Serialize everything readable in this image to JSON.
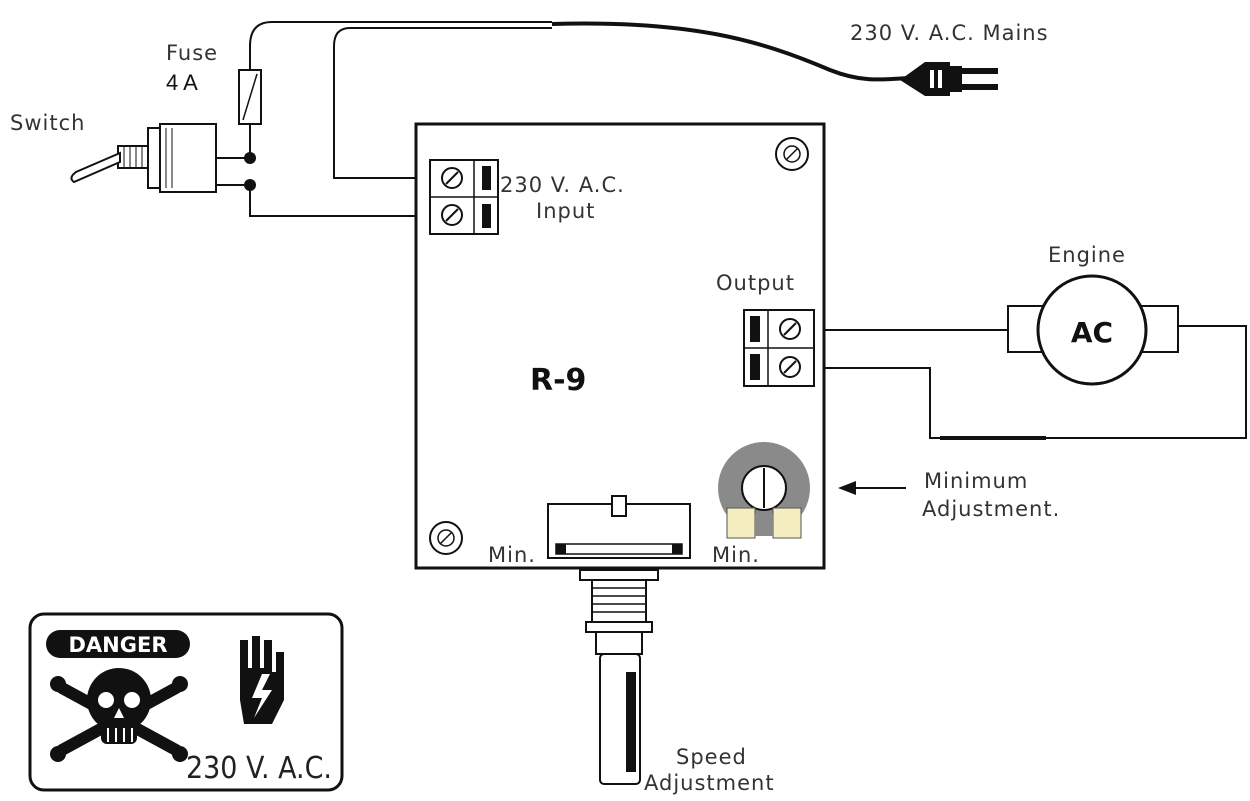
{
  "labels": {
    "mains": "230 V. A.C. Mains",
    "fuse": "Fuse",
    "fuse_rating": "4 A",
    "switch": "Switch",
    "input_line1": "230 V. A.C.",
    "input_line2": "Input",
    "output": "Output",
    "engine": "Engine",
    "motor": "AC",
    "board": "R-9",
    "minimum_line1": "Minimum",
    "minimum_line2": "Adjustment.",
    "min_left": "Min.",
    "min_right": "Min.",
    "speed_line1": "Speed",
    "speed_line2": "Adjustment"
  },
  "warning": {
    "danger": "DANGER",
    "voltage": "230 V. A.C."
  }
}
